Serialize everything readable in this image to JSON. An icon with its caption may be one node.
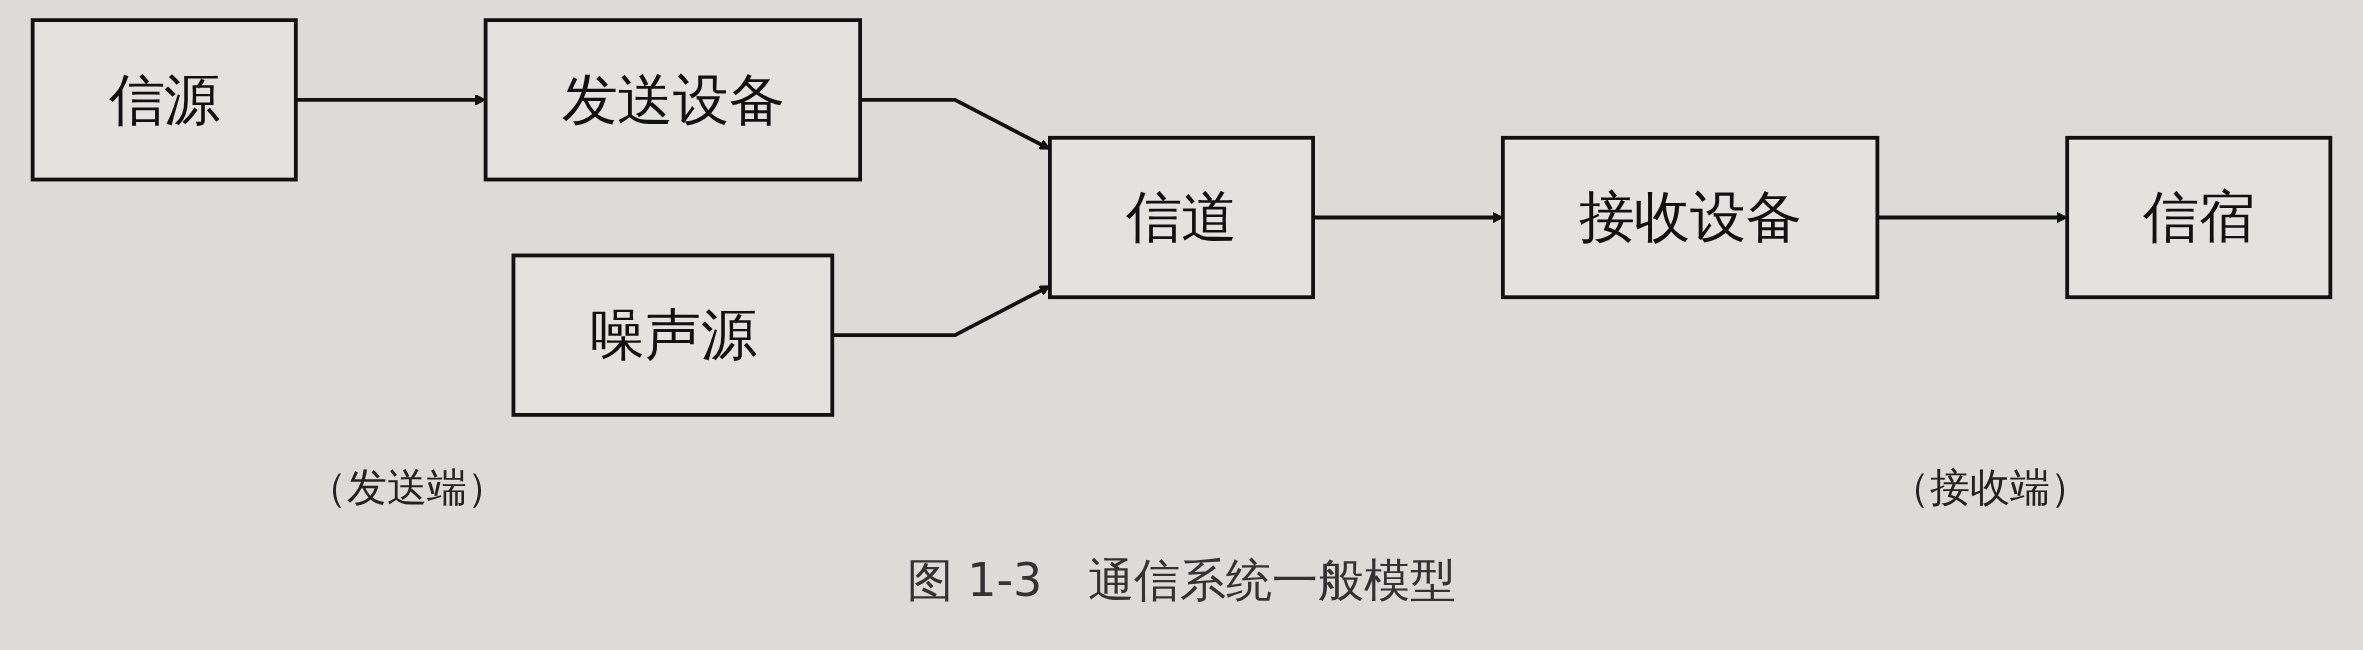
{
  "diagram": {
    "caption": "图 1-3　通信系统一般模型",
    "nodes": [
      {
        "text": [
          "信源"
        ]
      },
      {
        "text": [
          "发送设备"
        ]
      },
      {
        "text": [
          "信道"
        ]
      },
      {
        "text": [
          "接收设备"
        ]
      },
      {
        "text": [
          "信宿"
        ]
      },
      {
        "text": [
          "噪声源"
        ]
      }
    ],
    "edges": [
      {
        "from": 0,
        "to": 1,
        "arrow": "to"
      },
      {
        "from": 1,
        "to": 2,
        "arrow": "to"
      },
      {
        "from": 2,
        "to": 3,
        "arrow": "to"
      },
      {
        "from": 3,
        "to": 4,
        "arrow": "to"
      },
      {
        "from": 5,
        "to": 2,
        "arrow": "to"
      }
    ],
    "labels": [
      "（发送端）",
      "（接收端）"
    ]
  }
}
